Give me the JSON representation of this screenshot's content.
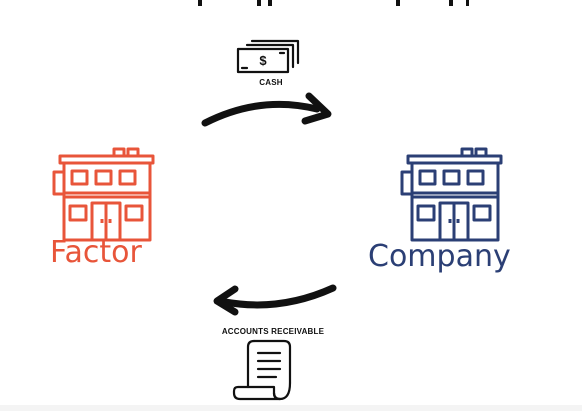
{
  "diagram": {
    "entities": [
      {
        "id": "factor",
        "label": "Factor",
        "color": "#E8553A"
      },
      {
        "id": "company",
        "label": "Company",
        "color": "#2B3F75"
      }
    ],
    "flows": [
      {
        "from": "factor",
        "to": "company",
        "label": "CASH",
        "icon": "cash-stack-icon"
      },
      {
        "from": "company",
        "to": "factor",
        "label": "ACCOUNTS RECEIVABLE",
        "icon": "invoice-receipt-icon"
      }
    ],
    "cash_symbol": "$"
  },
  "colors": {
    "factor": "#E8553A",
    "company": "#2B3F75",
    "arrow": "#111111",
    "background": "#FFFFFF"
  }
}
